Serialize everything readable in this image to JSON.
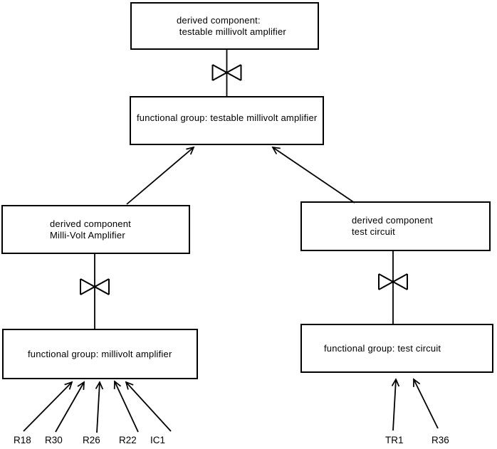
{
  "diagram": {
    "title": "testable millivolt amplifier decomposition diagram",
    "colors": {
      "background": "#ffffff",
      "line": "#000000",
      "box_fill": "#ffffff",
      "text": "#000000"
    },
    "icons": {
      "decomposition": "bowtie-icon",
      "arrowhead": "open-v-arrowhead"
    },
    "boxes": [
      {
        "id": "derived-testable-mv-amplifier",
        "lines": [
          "derived component:",
          " testable millivolt amplifier"
        ]
      },
      {
        "id": "functional-group-testable",
        "lines": [
          "functional group: testable millivolt amplifier"
        ]
      },
      {
        "id": "derived-milli-volt-amplifier",
        "lines": [
          "derived component",
          "Milli-Volt Amplifier"
        ]
      },
      {
        "id": "derived-test-circuit",
        "lines": [
          "derived component",
          "test circuit"
        ]
      },
      {
        "id": "functional-group-mv-amplifier",
        "lines": [
          "functional group: millivolt amplifier"
        ]
      },
      {
        "id": "functional-group-test-circuit",
        "lines": [
          "functional group: test circuit"
        ]
      }
    ],
    "leaf_labels": [
      "R18",
      "R30",
      "R26",
      "R22",
      "IC1",
      "TR1",
      "R36"
    ]
  }
}
